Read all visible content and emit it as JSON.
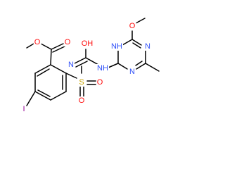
{
  "atoms": {
    "methyl_ether_o": {
      "label": "O",
      "color": "#ff0d0d"
    },
    "carbonyl_o": {
      "label": "O",
      "color": "#ff0d0d"
    },
    "sulfonyl_n": {
      "label": "N",
      "color": "#3050f8"
    },
    "urea_oh": {
      "label": "OH",
      "color": "#ff0d0d"
    },
    "sulfur": {
      "label": "S",
      "color": "#c8a300"
    },
    "sulfonyl_o_bottom": {
      "label": "O",
      "color": "#ff0d0d"
    },
    "sulfonyl_o_right": {
      "label": "O",
      "color": "#ff0d0d"
    },
    "iodine": {
      "label": "I",
      "color": "#940094"
    },
    "triazine_nh": {
      "label": "NH",
      "color": "#3050f8"
    },
    "triazine_n_lower": {
      "label": "N",
      "color": "#3050f8"
    },
    "triazine_n_right": {
      "label": "N",
      "color": "#3050f8"
    },
    "urea_nh": {
      "label": "NH",
      "color": "#3050f8"
    },
    "methoxy_o": {
      "label": "O",
      "color": "#ff0d0d"
    }
  }
}
